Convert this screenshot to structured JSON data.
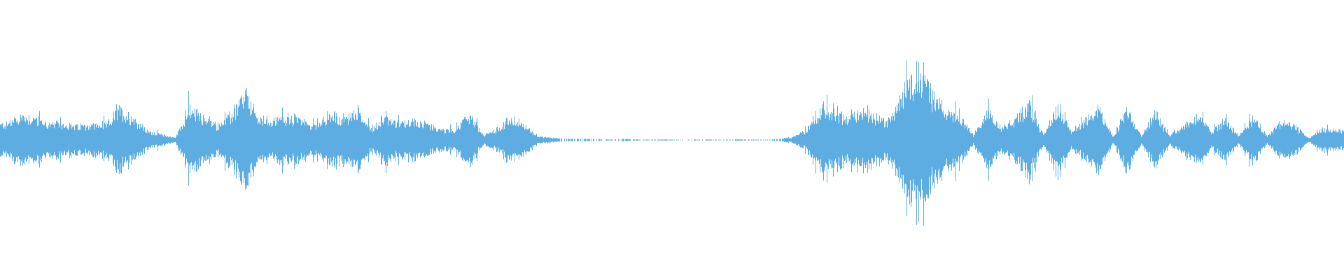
{
  "waveform": {
    "color": "#5dade2",
    "background": "#ffffff",
    "amplitude_envelope": [
      0.14,
      0.22,
      0.2,
      0.14,
      0.15,
      0.12,
      0.14,
      0.13,
      0.27,
      0.2,
      0.08,
      0.05,
      0.02,
      0.28,
      0.2,
      0.13,
      0.22,
      0.41,
      0.18,
      0.18,
      0.2,
      0.18,
      0.13,
      0.23,
      0.18,
      0.27,
      0.1,
      0.2,
      0.14,
      0.18,
      0.13,
      0.09,
      0.09,
      0.23,
      0.04,
      0.1,
      0.19,
      0.12,
      0.03,
      0.02,
      0.01,
      0.01,
      0.01,
      0.005,
      0.01,
      0.005,
      0.0,
      0.005,
      0.0,
      0.005,
      0.005,
      0.0,
      0.005,
      0.005,
      0.0,
      0.01,
      0.02,
      0.08,
      0.27,
      0.24,
      0.2,
      0.26,
      0.21,
      0.17,
      0.42,
      0.64,
      0.39,
      0.27,
      0.24,
      0.04,
      0.25,
      0.1,
      0.18,
      0.34,
      0.04,
      0.3,
      0.07,
      0.18,
      0.27,
      0.03,
      0.29,
      0.04,
      0.24,
      0.04,
      0.13,
      0.22,
      0.08,
      0.17,
      0.04,
      0.21,
      0.03,
      0.17,
      0.12,
      0.02,
      0.1,
      0.08
    ]
  }
}
